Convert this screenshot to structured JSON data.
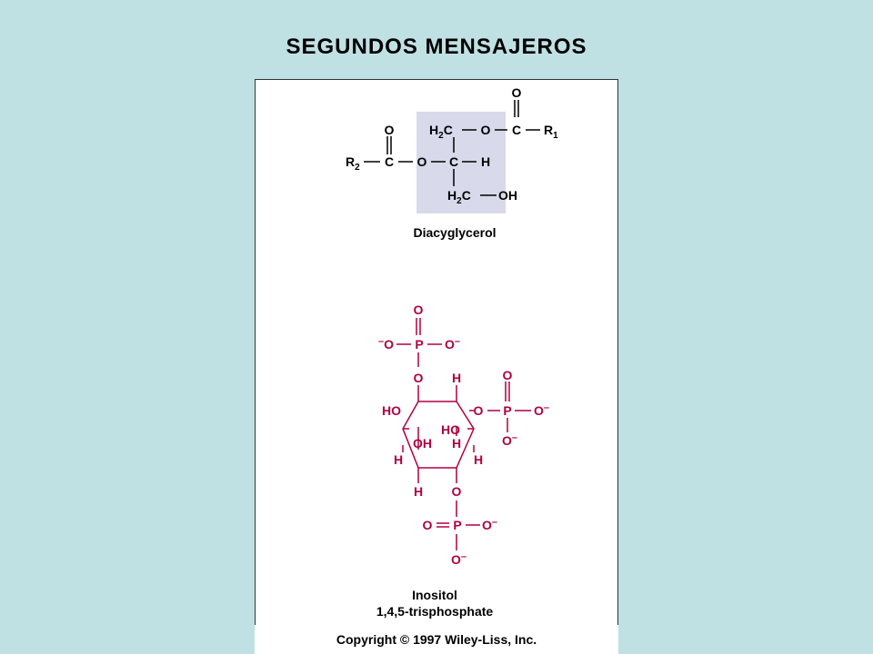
{
  "header": {
    "title": "SEGUNDOS MENSAJEROS"
  },
  "footer": {
    "copyright": "Copyright © 1997 Wiley-Liss, Inc."
  },
  "diacylglycerol": {
    "name": "Diacyglycerol",
    "atoms": {
      "o_top": "O",
      "h2c_top": "H",
      "h2c_top_sub": "2",
      "h2c_top_c": "C",
      "o_ester1": "O",
      "c_carbonyl1": "C",
      "r1": "R",
      "r1_sub": "1",
      "o_carbonyl2": "O",
      "r2": "R",
      "r2_sub": "2",
      "c_carbonyl2": "C",
      "o_ester2": "O",
      "c_center": "C",
      "h_center": "H",
      "h2c_bottom": "H",
      "h2c_bottom_sub": "2",
      "h2c_bottom_c": "C",
      "oh": "OH"
    },
    "highlight_color": "#d8d9ea"
  },
  "inositol": {
    "name_line1": "Inositol",
    "name_line2": "1,4,5-trisphosphate",
    "color": "#b00040",
    "atoms": {
      "p1_o_top": "O",
      "p1_o_left": "O",
      "p1_charge_left": "–",
      "p1_p": "P",
      "p1_o_right": "O",
      "p1_charge_right": "–",
      "ring_o_top": "O",
      "ring_h_top": "H",
      "p2_o_top": "O",
      "ho_left": "HO",
      "ring_o_right": "O",
      "p2_p": "P",
      "p2_o_right": "O",
      "p2_charge_right": "–",
      "ho_inner": "HO",
      "oh_inner": "OH",
      "h_inner": "H",
      "p2_o_bottom": "O",
      "p2_charge_bottom": "–",
      "h_left": "H",
      "h_right": "H",
      "h_bottom": "H",
      "ring_o_bottom": "O",
      "p3_o_left": "O",
      "p3_p": "P",
      "p3_o_right": "O",
      "p3_charge_right": "–",
      "p3_o_bottom": "O",
      "p3_charge_bottom": "–"
    }
  }
}
